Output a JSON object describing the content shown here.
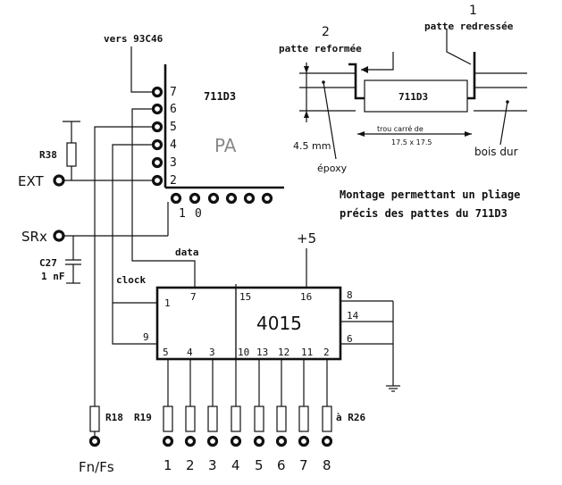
{
  "connector": {
    "label": "vers 93C46",
    "chip": "711D3",
    "port": "PA",
    "pins": [
      "7",
      "6",
      "5",
      "4",
      "3",
      "2"
    ],
    "bottom_pins": [
      "1",
      "0"
    ]
  },
  "left": {
    "r38": "R38",
    "ext": "EXT",
    "srx": "SRx",
    "c27": "C27",
    "c27_value": "1 nF",
    "data": "data",
    "clock": "clock",
    "r18": "R18",
    "fn": "Fn/Fs"
  },
  "ic": {
    "name": "4015",
    "supply": "+5",
    "top_pins": [
      "7",
      "15",
      "16"
    ],
    "left_pins": [
      "1",
      "9"
    ],
    "right_pins": [
      "8",
      "14",
      "6"
    ],
    "bottom_pins": [
      "5",
      "4",
      "3",
      "10",
      "13",
      "12",
      "11",
      "2"
    ]
  },
  "outputs": {
    "r_first": "R19",
    "r_last": "à R26",
    "numbers": [
      "1",
      "2",
      "3",
      "4",
      "5",
      "6",
      "7",
      "8"
    ]
  },
  "detail": {
    "num2": "2",
    "num1": "1",
    "patte_reformee": "patte reformée",
    "patte_redressee": "patte redressée",
    "chip": "711D3",
    "trou": "trou carré de",
    "trou_dim": "17.5 x 17.5",
    "thickness": "4.5 mm",
    "epoxy": "époxy",
    "bois": "bois dur",
    "caption_line1": "Montage permettant un pliage",
    "caption_line2": "précis   des pattes du 711D3"
  }
}
